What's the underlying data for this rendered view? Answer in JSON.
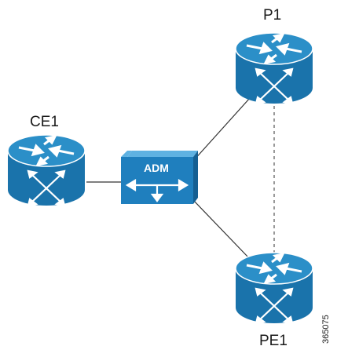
{
  "nodes": {
    "p1": {
      "label": "P1",
      "icon": "router-icon"
    },
    "ce1": {
      "label": "CE1",
      "icon": "router-icon"
    },
    "pe1": {
      "label": "PE1",
      "icon": "router-icon"
    },
    "adm": {
      "label": "ADM",
      "icon": "adm-icon"
    }
  },
  "links": [
    {
      "from": "ce1",
      "to": "adm",
      "style": "solid"
    },
    {
      "from": "adm",
      "to": "p1",
      "style": "solid"
    },
    {
      "from": "adm",
      "to": "pe1",
      "style": "solid"
    },
    {
      "from": "p1",
      "to": "pe1",
      "style": "dashed"
    }
  ],
  "figure_id": "365075",
  "colors": {
    "router_top": "#2b8fc8",
    "router_body": "#1a73ab",
    "router_bottom": "#135d8f",
    "adm_front": "#1f7fbe",
    "adm_top": "#5fb2e2",
    "adm_side": "#155f92",
    "line": "#333333",
    "icon_glyph": "#ffffff"
  }
}
